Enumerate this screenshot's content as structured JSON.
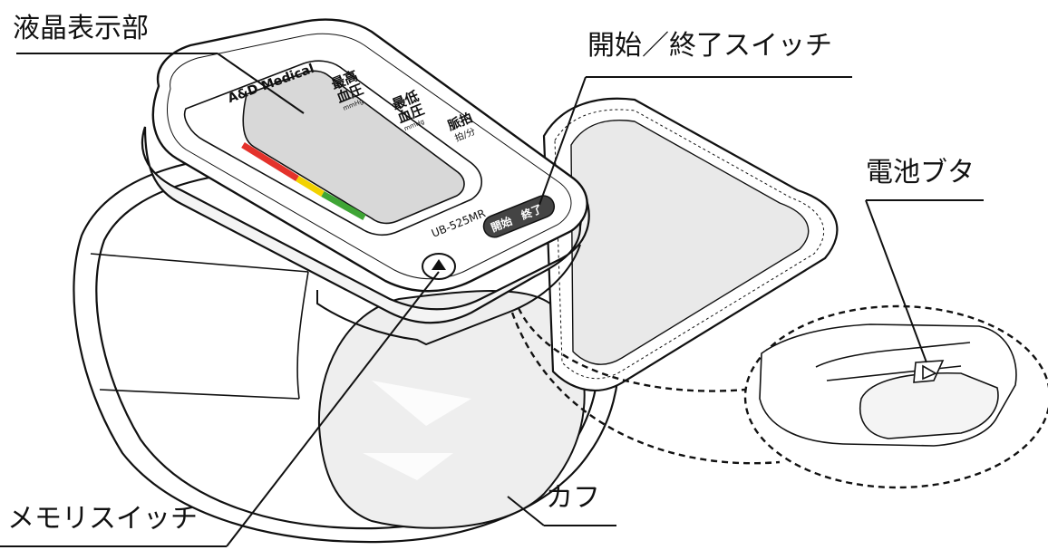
{
  "labels": {
    "lcd_display": "液晶表示部",
    "start_stop_switch": "開始／終了スイッチ",
    "battery_cover": "電池ブタ",
    "memory_switch": "メモリスイッチ",
    "cuff": "カフ"
  },
  "device": {
    "brand": "A&D Medical",
    "model": "UB-525MR",
    "start_button": "開始　終了",
    "systolic_label_1": "最高",
    "systolic_label_2": "血圧",
    "diastolic_label_1": "最低",
    "diastolic_label_2": "血圧",
    "unit": "mmHg",
    "pulse_label": "脈拍",
    "pulse_unit": "拍/分"
  },
  "colors": {
    "ink": "#111111",
    "lcd_gray": "#d8d8d8",
    "cuff_gray": "#e9e9e9",
    "indicator_red": "#e4322b",
    "indicator_yellow": "#f2d200",
    "indicator_green": "#3fa535",
    "button_dark": "#444444"
  }
}
